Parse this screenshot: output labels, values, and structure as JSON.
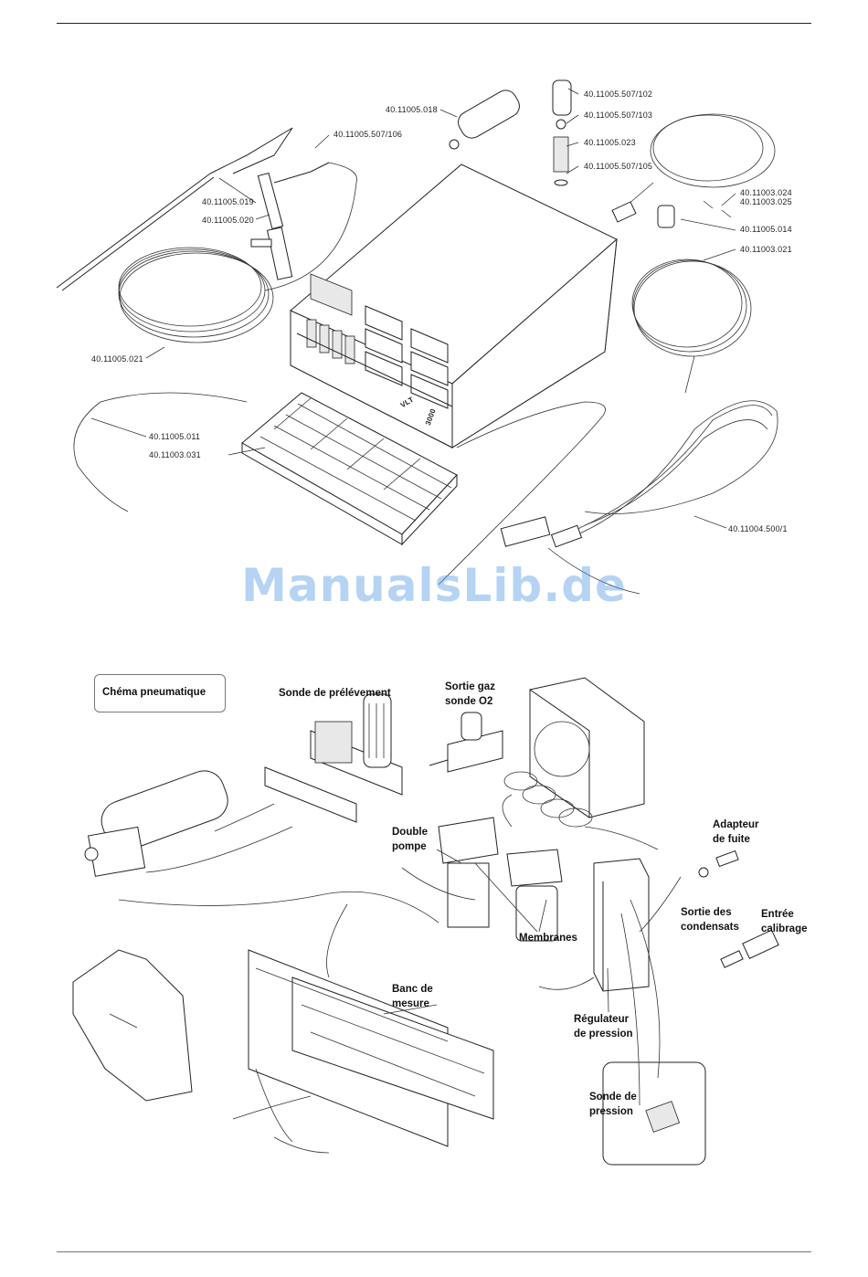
{
  "top_parts": {
    "p1": "40.11005.018",
    "p2": "40.11005.507/102",
    "p3": "40.11005.507/103",
    "p4": "40.11005.507/106",
    "p5": "40.11005.023",
    "p6": "40.11005.507/105",
    "p7": "40.11003.024",
    "p8": "40.11003.025",
    "p9": "40.11005.019",
    "p10": "40.11005.020",
    "p11": "40.11005.014",
    "p12": "40.11003.021",
    "p13": "40.11005.021",
    "p14": "40.11005.011",
    "p15": "40.11003.031",
    "p16": "40.11004.500/1",
    "device_brand": "VLT",
    "device_model": "3000"
  },
  "watermark": "ManualsLib.de",
  "schema": {
    "title": "Chéma pneumatique",
    "sonde_prelevement": "Sonde de prélévement",
    "sortie_gaz_1": "Sortie gaz",
    "sortie_gaz_2": "sonde O2",
    "double_pompe_1": "Double",
    "double_pompe_2": "pompe",
    "adaptateur_1": "Adapteur",
    "adaptateur_2": "de fuite",
    "membranes": "Membranes",
    "sortie_condensats_1": "Sortie des",
    "sortie_condensats_2": "condensats",
    "entree_calibrage_1": "Entrée",
    "entree_calibrage_2": "calibrage",
    "banc_mesure_1": "Banc de",
    "banc_mesure_2": "mesure",
    "regulateur_1": "Régulateur",
    "regulateur_2": "de pression",
    "sonde_pression_1": "Sonde de",
    "sonde_pression_2": "pression"
  }
}
